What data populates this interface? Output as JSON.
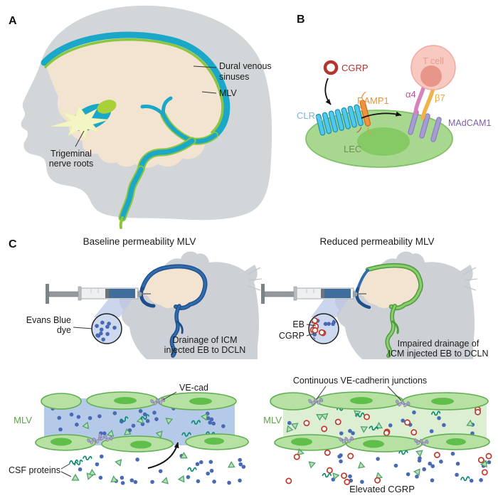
{
  "panelA": {
    "label": "A",
    "dural1": "Dural venous",
    "dural2": "sinuses",
    "mlv": "MLV",
    "trig1": "Trigeminal",
    "trig2": "nerve roots"
  },
  "panelB": {
    "label": "B",
    "cgrp": "CGRP",
    "ramp1": "RAMP1",
    "clr": "CLR",
    "lec": "LEC",
    "tcell": "T cell",
    "alpha4": "α4",
    "beta7": "β7",
    "madcam1": "MAdCAM1"
  },
  "panelC": {
    "label": "C",
    "leftTitle": "Baseline permeability MLV",
    "rightTitle": "Reduced permeability MLV",
    "evans1": "Evans Blue",
    "evans2": "dye",
    "drainL1": "Drainage of ICM",
    "drainL2": "injected EB to DCLN",
    "eb": "EB",
    "cgrp": "CGRP",
    "drainR1": "Impaired drainage of",
    "drainR2": "ICM injected EB to DCLN",
    "mlvLeft": "MLV",
    "vecad": "VE-cad",
    "csf": "CSF proteins",
    "junctions": "Continuous VE-cadherin junctions",
    "mlvRight": "MLV",
    "elevated": "Elevated CGRP"
  },
  "colors": {
    "evans_blue_dot": "#4a69b5",
    "cgrp_red": "#c0392b",
    "mlv_green": "#8cc63e",
    "sinus_teal": "#1ba8c8",
    "triangle_green": "#4fa369",
    "triangle_fill": "#b8e0b8",
    "squiggle_teal": "#0e8b74",
    "cell_green": "#b7e0a3",
    "lumen_blue": "#b5cae8",
    "lumen_pale_green": "#dcefd2",
    "tcell_pink": "#f7c9c0",
    "madcam_purple": "#a095cc",
    "ramp1_orange": "#f09340",
    "clr_cyan": "#4fc9e9"
  }
}
